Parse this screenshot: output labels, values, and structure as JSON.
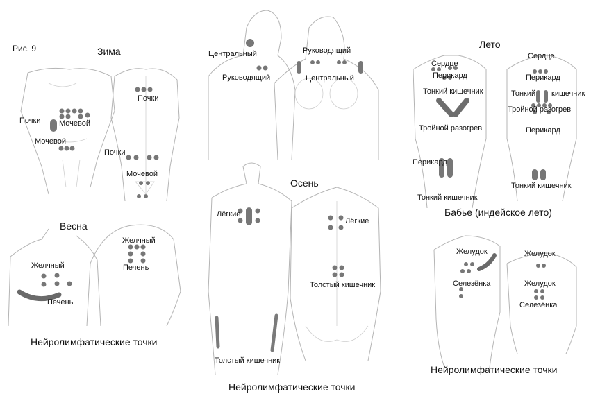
{
  "figure_label": "Рис. 9",
  "sections": {
    "winter": {
      "title": "Зима",
      "labels": {
        "kidneys_front": "Почки",
        "bladder_front": "Мочевой",
        "bladder_front2": "Мочевой",
        "kidneys_back_top": "Почки",
        "kidneys_back": "Почки",
        "bladder_back": "Мочевой"
      }
    },
    "spring": {
      "title": "Весна",
      "labels": {
        "gall_back": "Желчный",
        "liver_back": "Печень",
        "gall_front": "Желчный",
        "liver_front": "Печень"
      }
    },
    "left_caption": "Нейролимфатические точки",
    "top_center": {
      "labels": {
        "central_back": "Центральный",
        "governing_back": "Руководящий",
        "governing_front": "Руководящий",
        "central_front": "Центральный"
      }
    },
    "autumn": {
      "title": "Осень",
      "labels": {
        "lungs_front": "Лёгкие",
        "lungs_back": "Лёгкие",
        "colon_back": "Толстый кишечник",
        "colon_front": "Толстый кишечник"
      }
    },
    "center_caption": "Нейролимфатические точки",
    "summer": {
      "title": "Лето",
      "labels": {
        "heart_front": "Сердце",
        "pericardium_front": "Перикард",
        "small_int_front": "Тонкий кишечник",
        "triple_front": "Тройной разогрев",
        "pericardium_front2": "Перикард",
        "small_int_front2": "Тонкий кишечник",
        "heart_back": "Сердце",
        "pericardium_back": "Перикард",
        "small_int_back_a": "Тонкий",
        "small_int_back_b": "кишечник",
        "triple_back": "Тройной разогрев",
        "pericardium_back2": "Перикард",
        "small_int_back2": "Тонкий кишечник"
      }
    },
    "indian_summer": {
      "title": "Бабье (индейское лето)",
      "labels": {
        "stomach_front": "Желудок",
        "spleen_front": "Селезёнка",
        "stomach_back": "Желудок",
        "stomach_back2": "Желудок",
        "spleen_back": "Селезёнка"
      }
    },
    "right_caption": "Нейролимфатические точки"
  },
  "colors": {
    "point": "#777777",
    "sketch": "#b4b4b4"
  }
}
